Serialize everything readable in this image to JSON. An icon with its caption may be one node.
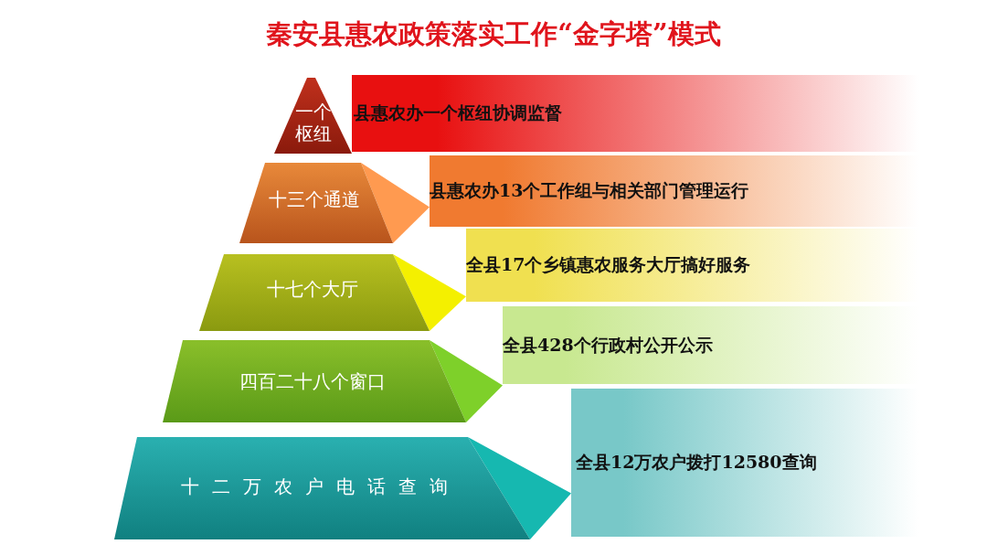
{
  "diagram": {
    "title": "秦安县惠农政策落实工作“金字塔”模式",
    "nodes": [
      {
        "text": [
          "一个枢纽"
        ]
      },
      {
        "text": [
          "县惠农办一个枢纽协调监督"
        ]
      },
      {
        "text": [
          "十三个通道"
        ]
      },
      {
        "text": [
          "县惠农办13个工作组与相关部门管理运行"
        ]
      },
      {
        "text": [
          "十七个大厅"
        ]
      },
      {
        "text": [
          "全县17个乡镇惠农服务大厅搞好服务"
        ]
      },
      {
        "text": [
          "四百二十八个窗口"
        ]
      },
      {
        "text": [
          "全县428个行政村公开公示"
        ]
      },
      {
        "text": [
          "十二万农户电话查询"
        ]
      },
      {
        "text": [
          "全县12万农户拨打12580查询"
        ]
      }
    ]
  }
}
